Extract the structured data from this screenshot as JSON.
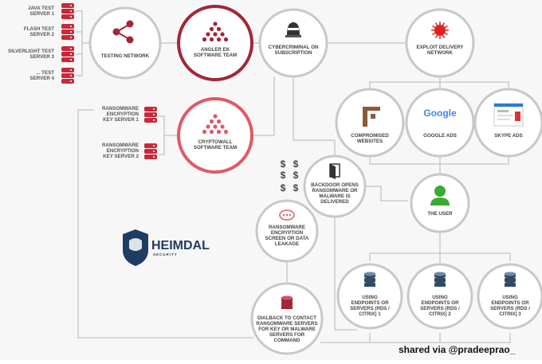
{
  "servers": [
    {
      "lines": [
        "JAVA TEST",
        "SERVER 1"
      ]
    },
    {
      "lines": [
        "FLASH TEST",
        "SERVER 2"
      ]
    },
    {
      "lines": [
        "SILVERLIGHT TEST",
        "SERVER 3"
      ]
    },
    {
      "lines": [
        "... TEST",
        "SERVER 4"
      ]
    }
  ],
  "key_servers": [
    {
      "lines": [
        "RANSOMWARE",
        "ENCRYPTION",
        "KEY SERVER 1"
      ]
    },
    {
      "lines": [
        "RANSOMWARE",
        "ENCRYPTION",
        "KEY SERVER 2"
      ]
    }
  ],
  "nodes": {
    "testing_network": {
      "lines": [
        "TESTING NETWORK"
      ],
      "icon": "share-icon"
    },
    "angler_ek": {
      "lines": [
        "ANGLER EK",
        "SOFTWARE TEAM"
      ],
      "icon": "dots-pyramid-icon"
    },
    "cybercriminal": {
      "lines": [
        "CYBERCRIMINAL ON",
        "SUBSCRIPTION"
      ],
      "icon": "masked-criminal-icon"
    },
    "exploit_delivery": {
      "lines": [
        "EXPLOIT DELIVERY",
        "NETWORK"
      ],
      "icon": "virus-icon"
    },
    "cryptowall": {
      "lines": [
        "CRYPTOWALL",
        "SOFTWARE TEAM"
      ],
      "icon": "dots-pyramid-icon"
    },
    "compromised_websites": {
      "lines": [
        "COMPROMISED",
        "WEBSITES"
      ],
      "icon": "website-icon"
    },
    "google_ads": {
      "lines": [
        "GOOGLE ADS"
      ],
      "logo": "Google",
      "icon": "google-logo"
    },
    "skype_ads": {
      "lines": [
        "SKYPE ADS"
      ],
      "icon": "browser-window-icon"
    },
    "backdoor": {
      "lines": [
        "BACKDOOR OPENS",
        "RANSOMWARE OR",
        "MALWARE IS",
        "DELIVERED"
      ],
      "icon": "open-door-icon"
    },
    "the_user": {
      "lines": [
        "THE USER"
      ],
      "icon": "user-icon"
    },
    "ransom_screen": {
      "lines": [
        "RANSOMWARE",
        "ENCRYPTION",
        "SCREEN OR DATA",
        "LEAKAGE"
      ],
      "icon": "chat-bubble-icon"
    },
    "endpoint_1": {
      "lines": [
        "USING",
        "ENDPOINTS OR",
        "SERVERS (RDS /",
        "CITRIX) 1"
      ],
      "icon": "database-icon"
    },
    "endpoint_2": {
      "lines": [
        "USING",
        "ENDPOINTS OR",
        "SERVERS (RDS /",
        "CITRIX) 2"
      ],
      "icon": "database-icon"
    },
    "endpoint_3": {
      "lines": [
        "USING",
        "ENDPOINTS OR",
        "SERVERS (RDS /",
        "CITRIX) 3"
      ],
      "icon": "database-icon"
    },
    "dialback": {
      "lines": [
        "DIALBACK TO CONTACT",
        "RANSOMWARE SERVERS",
        "FOR KEY OR MALWARE",
        "SERVERS FOR",
        "COMMAND"
      ],
      "icon": "database-icon"
    }
  },
  "dollars": [
    "$",
    "$",
    "$",
    "$",
    "$",
    "$"
  ],
  "brand": {
    "name": "HEIMDAL",
    "tagline": "SECURITY"
  },
  "credit": "shared via @pradeeprao_",
  "colors": {
    "dark_red": "#a32638",
    "light_red": "#e05a63",
    "node_border": "#c8c8c8",
    "brand_navy": "#1f3d63",
    "user_green": "#3aaa35"
  }
}
